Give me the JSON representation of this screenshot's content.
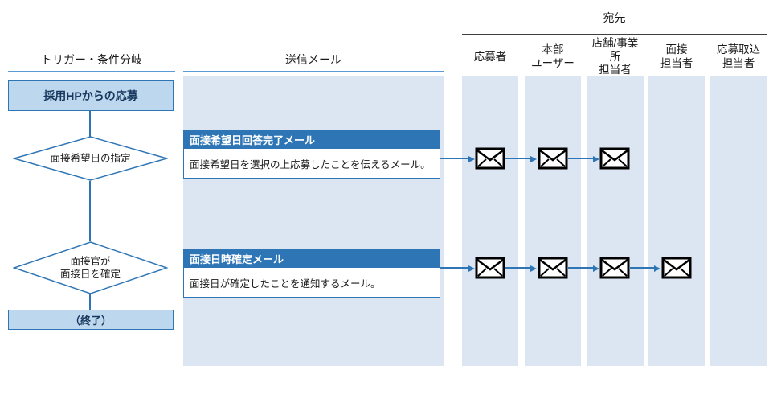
{
  "columns": {
    "trigger_header": "トリガー・条件分岐",
    "mail_header": "送信メール",
    "recipients_group_header": "宛先",
    "recipients": [
      {
        "label": "応募者"
      },
      {
        "label": "本部\nユーザー"
      },
      {
        "label": "店舗/事業所\n担当者"
      },
      {
        "label": "面接\n担当者"
      },
      {
        "label": "応募取込\n担当者"
      }
    ]
  },
  "flow": {
    "start_node": "採用HPからの応募",
    "decision_1": "面接希望日の指定",
    "decision_2": "面接官が\n面接日を確定",
    "end_node": "（終了）"
  },
  "mails": [
    {
      "title": "面接希望日回答完了メール",
      "description": "面接希望日を選択の上応募したことを伝えるメール。",
      "recipients": [
        "応募者",
        "本部ユーザー",
        "店舗/事業所担当者"
      ]
    },
    {
      "title": "面接日時確定メール",
      "description": "面接日が確定したことを通知するメール。",
      "recipients": [
        "応募者",
        "本部ユーザー",
        "店舗/事業所担当者",
        "面接担当者"
      ]
    }
  ],
  "colors": {
    "accent_blue": "#2e75b6",
    "band_blue": "#dce6f2",
    "node_fill": "#bdd7ee",
    "underline_blue": "#5b9bd5",
    "group_line": "#404040",
    "envelope": "#000000"
  }
}
